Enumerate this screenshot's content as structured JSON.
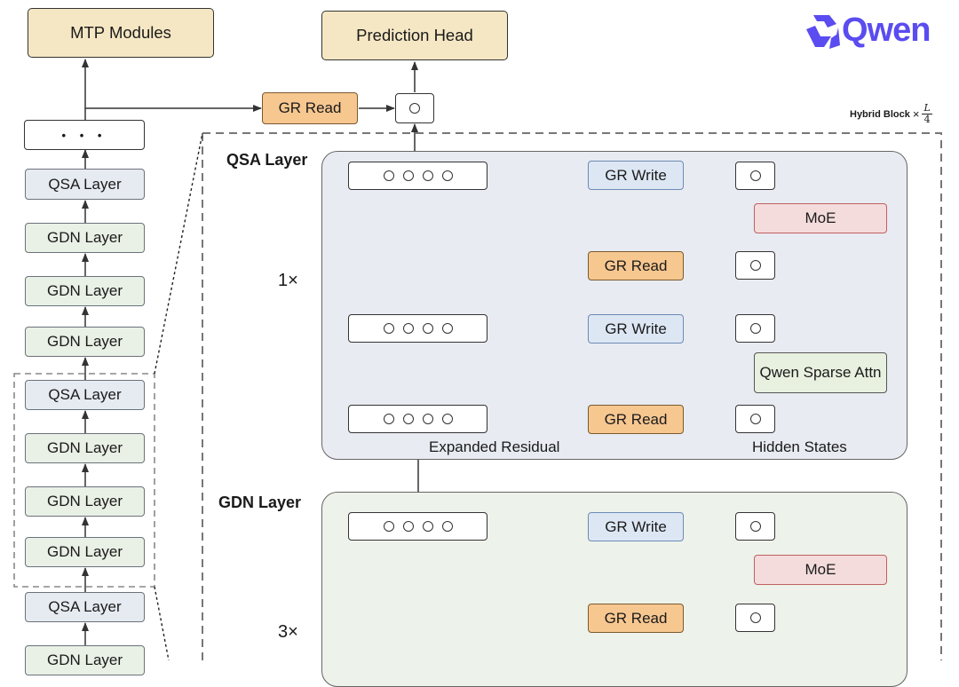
{
  "brand": {
    "logo_text": "Qwen",
    "color": "#5a4cf0"
  },
  "top": {
    "mtp": "MTP Modules",
    "prediction": "Prediction Head",
    "gr_read": "GR Read"
  },
  "hybrid": {
    "label": "Hybrid Block",
    "times": "×",
    "frac_num": "L",
    "frac_den": "4"
  },
  "stack": {
    "ellipsis": "• • •",
    "layers": [
      "QSA Layer",
      "GDN Layer",
      "GDN Layer",
      "GDN Layer",
      "QSA Layer",
      "GDN Layer",
      "GDN Layer",
      "GDN Layer",
      "QSA Layer",
      "GDN Layer"
    ]
  },
  "qsa": {
    "title": "QSA Layer",
    "repeat": "1×",
    "gr_write": "GR Write",
    "gr_read": "GR Read",
    "moe": "MoE",
    "attn": "Qwen Sparse Attn",
    "expanded": "Expanded Residual",
    "hidden": "Hidden States"
  },
  "gdn": {
    "title": "GDN Layer",
    "repeat": "3×",
    "gr_write": "GR Write",
    "gr_read": "GR Read",
    "moe": "MoE"
  },
  "colors": {
    "qsa_panel": "#e8ebf1",
    "gdn_panel": "#edf2ea",
    "gr_read": "#f7c790",
    "gr_write": "#dde7f4",
    "moe": "#f4dcdc"
  }
}
